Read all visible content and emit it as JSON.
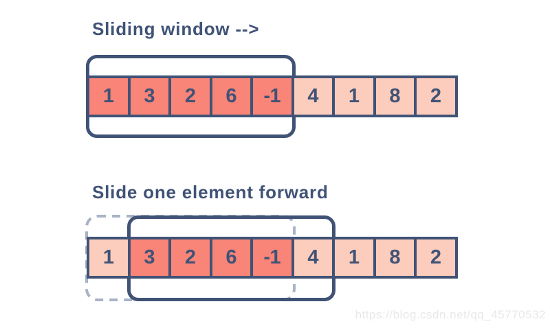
{
  "diagram": {
    "top": {
      "title": "Sliding window -->",
      "cells": [
        {
          "value": "1",
          "tone": "dark"
        },
        {
          "value": "3",
          "tone": "dark"
        },
        {
          "value": "2",
          "tone": "dark"
        },
        {
          "value": "6",
          "tone": "dark"
        },
        {
          "value": "-1",
          "tone": "dark"
        },
        {
          "value": "4",
          "tone": "light"
        },
        {
          "value": "1",
          "tone": "light"
        },
        {
          "value": "8",
          "tone": "light"
        },
        {
          "value": "2",
          "tone": "light"
        }
      ]
    },
    "bottom": {
      "title": "Slide one element forward",
      "cells": [
        {
          "value": "1",
          "tone": "light"
        },
        {
          "value": "3",
          "tone": "dark"
        },
        {
          "value": "2",
          "tone": "dark"
        },
        {
          "value": "6",
          "tone": "dark"
        },
        {
          "value": "-1",
          "tone": "dark"
        },
        {
          "value": "4",
          "tone": "light"
        },
        {
          "value": "1",
          "tone": "light"
        },
        {
          "value": "8",
          "tone": "light"
        },
        {
          "value": "2",
          "tone": "light"
        }
      ]
    }
  },
  "watermark": "https://blog.csdn.net/qq_45770532",
  "colors": {
    "navy": "#405377",
    "cell_dark": "#f98478",
    "cell_light": "#fcccbc",
    "dashed_outline": "#a9b3c6",
    "watermark_gray": "#e8e8ea"
  }
}
